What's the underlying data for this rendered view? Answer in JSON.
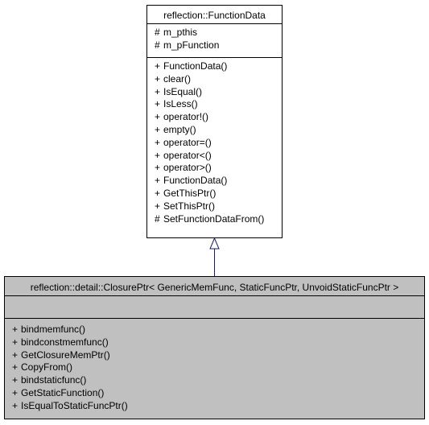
{
  "diagram": {
    "type": "uml-inheritance",
    "colors": {
      "base_fill": "#ffffff",
      "derived_fill": "#c0c0c0",
      "arrow": "#191970",
      "border": "#000000"
    },
    "base_class": {
      "name": "reflection::FunctionData",
      "attributes": [
        {
          "visibility": "#",
          "name": "m_pthis"
        },
        {
          "visibility": "#",
          "name": "m_pFunction"
        }
      ],
      "operations": [
        {
          "visibility": "+",
          "name": "FunctionData()"
        },
        {
          "visibility": "+",
          "name": "clear()"
        },
        {
          "visibility": "+",
          "name": "IsEqual()"
        },
        {
          "visibility": "+",
          "name": "IsLess()"
        },
        {
          "visibility": "+",
          "name": "operator!()"
        },
        {
          "visibility": "+",
          "name": "empty()"
        },
        {
          "visibility": "+",
          "name": "operator=()"
        },
        {
          "visibility": "+",
          "name": "operator<()"
        },
        {
          "visibility": "+",
          "name": "operator>()"
        },
        {
          "visibility": "+",
          "name": "FunctionData()"
        },
        {
          "visibility": "+",
          "name": "GetThisPtr()"
        },
        {
          "visibility": "+",
          "name": "SetThisPtr()"
        },
        {
          "visibility": "#",
          "name": "SetFunctionDataFrom()"
        }
      ]
    },
    "derived_class": {
      "name": "reflection::detail::ClosurePtr< GenericMemFunc, StaticFuncPtr, UnvoidStaticFuncPtr >",
      "attributes": [],
      "operations": [
        {
          "visibility": "+",
          "name": "bindmemfunc()"
        },
        {
          "visibility": "+",
          "name": "bindconstmemfunc()"
        },
        {
          "visibility": "+",
          "name": "GetClosureMemPtr()"
        },
        {
          "visibility": "+",
          "name": "CopyFrom()"
        },
        {
          "visibility": "+",
          "name": "bindstaticfunc()"
        },
        {
          "visibility": "+",
          "name": "GetStaticFunction()"
        },
        {
          "visibility": "+",
          "name": "IsEqualToStaticFuncPtr()"
        }
      ]
    }
  }
}
